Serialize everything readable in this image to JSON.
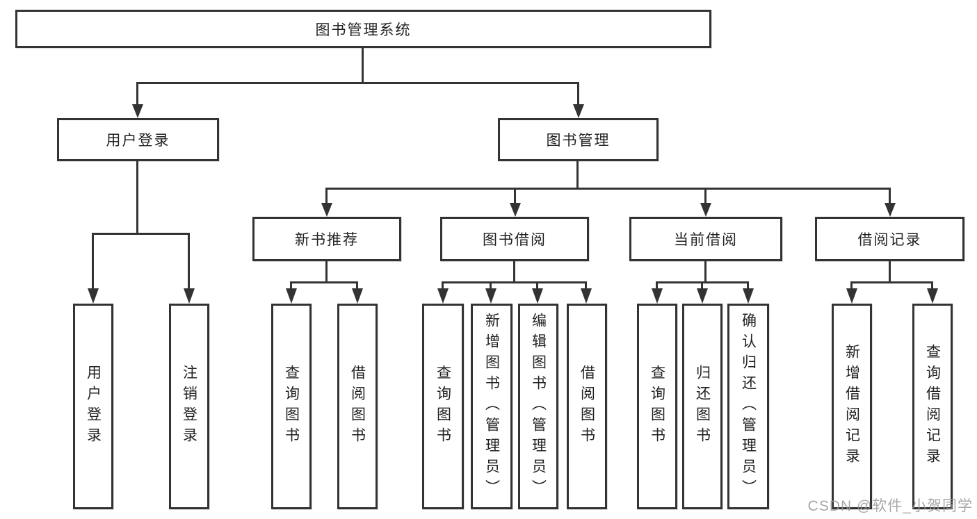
{
  "colors": {
    "line": "#333333",
    "box_fill": "#ffffff",
    "text": "#222222",
    "watermark": "#999999",
    "background": "#ffffff"
  },
  "tree": {
    "root": "图书管理系统",
    "branches": [
      {
        "label": "用户登录",
        "children": [
          {
            "label": "用户登录"
          },
          {
            "label": "注销登录"
          }
        ]
      },
      {
        "label": "图书管理",
        "children": [
          {
            "label": "新书推荐",
            "children": [
              {
                "label": "查询图书"
              },
              {
                "label": "借阅图书"
              }
            ]
          },
          {
            "label": "图书借阅",
            "children": [
              {
                "label": "查询图书"
              },
              {
                "label": "新增图书（管理员）"
              },
              {
                "label": "编辑图书（管理员）"
              },
              {
                "label": "借阅图书"
              }
            ]
          },
          {
            "label": "当前借阅",
            "children": [
              {
                "label": "查询图书"
              },
              {
                "label": "归还图书"
              },
              {
                "label": "确认归还（管理员）"
              }
            ]
          },
          {
            "label": "借阅记录",
            "children": [
              {
                "label": "新增借阅记录"
              },
              {
                "label": "查询借阅记录"
              }
            ]
          }
        ]
      }
    ]
  },
  "watermark": "CSDN @软件_小贺同学"
}
